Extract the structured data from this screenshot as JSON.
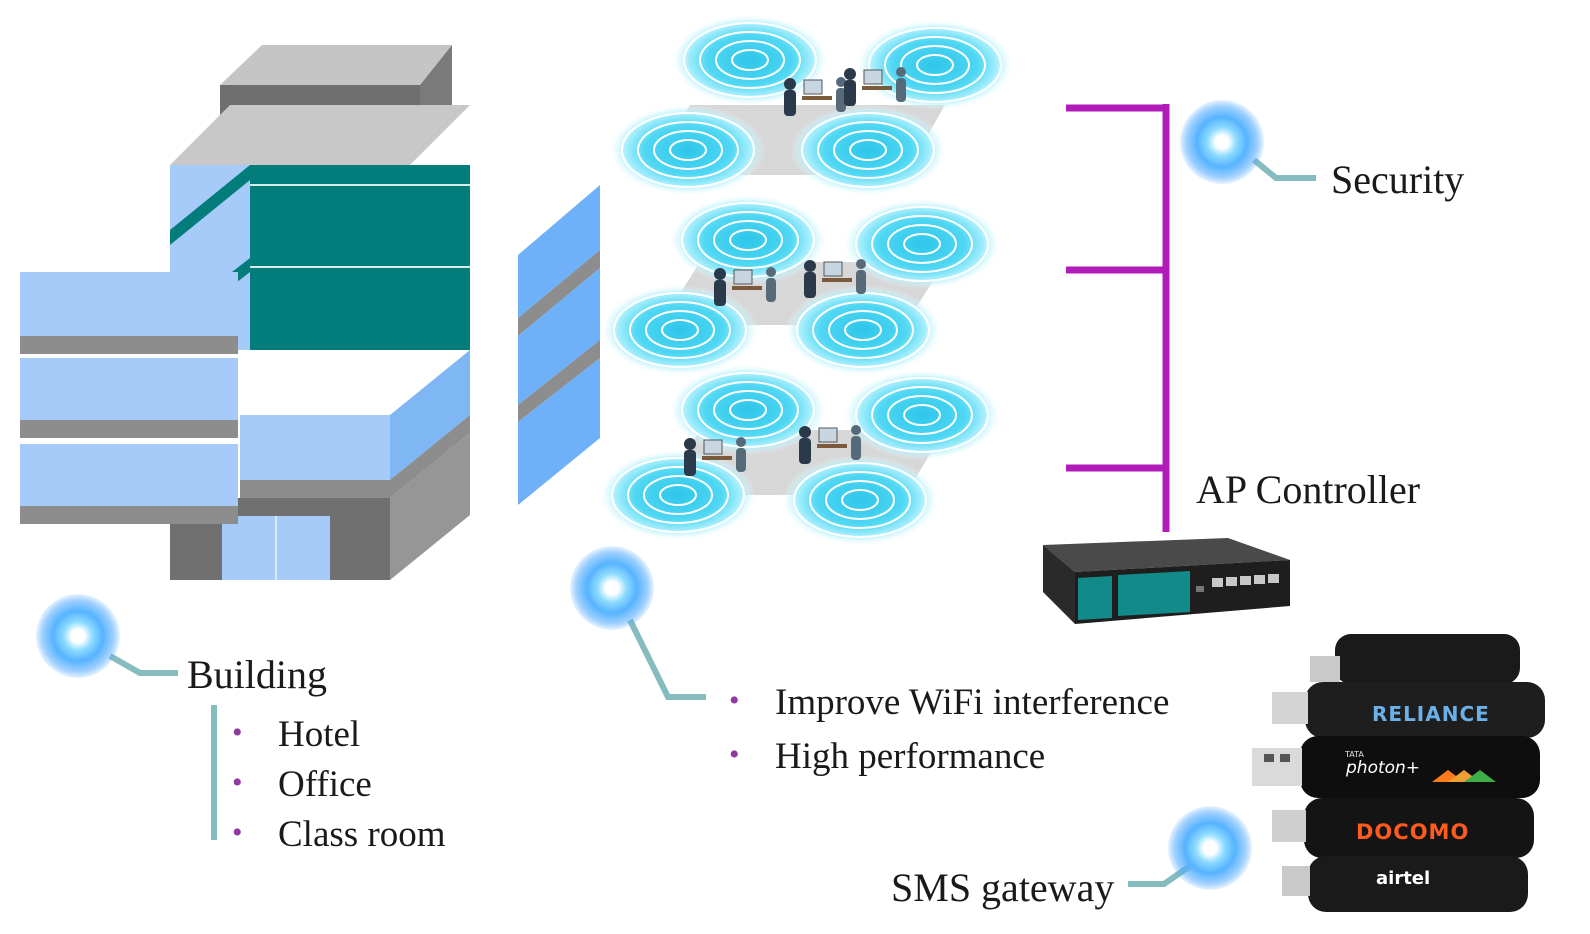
{
  "labels": {
    "building": "Building",
    "security": "Security",
    "ap_controller": "AP Controller",
    "sms_gateway": "SMS gateway"
  },
  "building_types": [
    "Hotel",
    "Office",
    "Class room"
  ],
  "wifi_benefits": [
    "Improve WiFi interference",
    "High performance"
  ],
  "modem_brands": [
    "RELIANCE",
    "photon+",
    "DOCOMO",
    "airtel"
  ],
  "modem_brand_prefix": "TATA",
  "colors": {
    "accent_line": "#84bcc0",
    "bullet": "#8e3a9e",
    "bus": "#b01cb8",
    "glow": "#56b3ff",
    "building_teal": "#037c7c",
    "building_glass": "#a6cbf8",
    "building_gray": "#888888"
  },
  "icons": [
    "glow-node-icon",
    "building-illustration",
    "wifi-floor-illustration",
    "ap-controller-device-icon",
    "usb-modem-stack-icon"
  ]
}
